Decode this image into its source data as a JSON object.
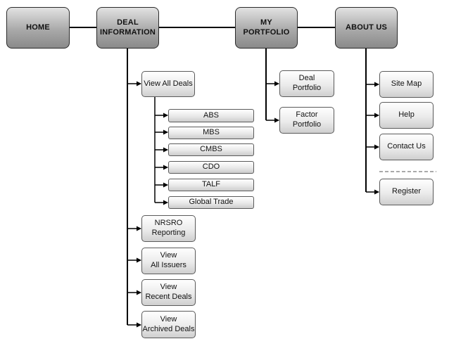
{
  "nav": {
    "home": "HOME",
    "deal_information": "DEAL\nINFORMATION",
    "my_portfolio": "MY\nPORTFOLIO",
    "about_us": "ABOUT US"
  },
  "deal_information": {
    "view_all_deals": "View All Deals",
    "deal_types": [
      "ABS",
      "MBS",
      "CMBS",
      "CDO",
      "TALF",
      "Global Trade"
    ],
    "nrsro_reporting": "NRSRO\nReporting",
    "view_all_issuers": "View\nAll Issuers",
    "view_recent_deals": "View\nRecent Deals",
    "view_archived_deals": "View\nArchived Deals"
  },
  "my_portfolio": {
    "deal_portfolio": "Deal\nPortfolio",
    "factor_portfolio": "Factor\nPortfolio"
  },
  "about_us": {
    "site_map": "Site Map",
    "help": "Help",
    "contact_us": "Contact Us",
    "register": "Register"
  }
}
